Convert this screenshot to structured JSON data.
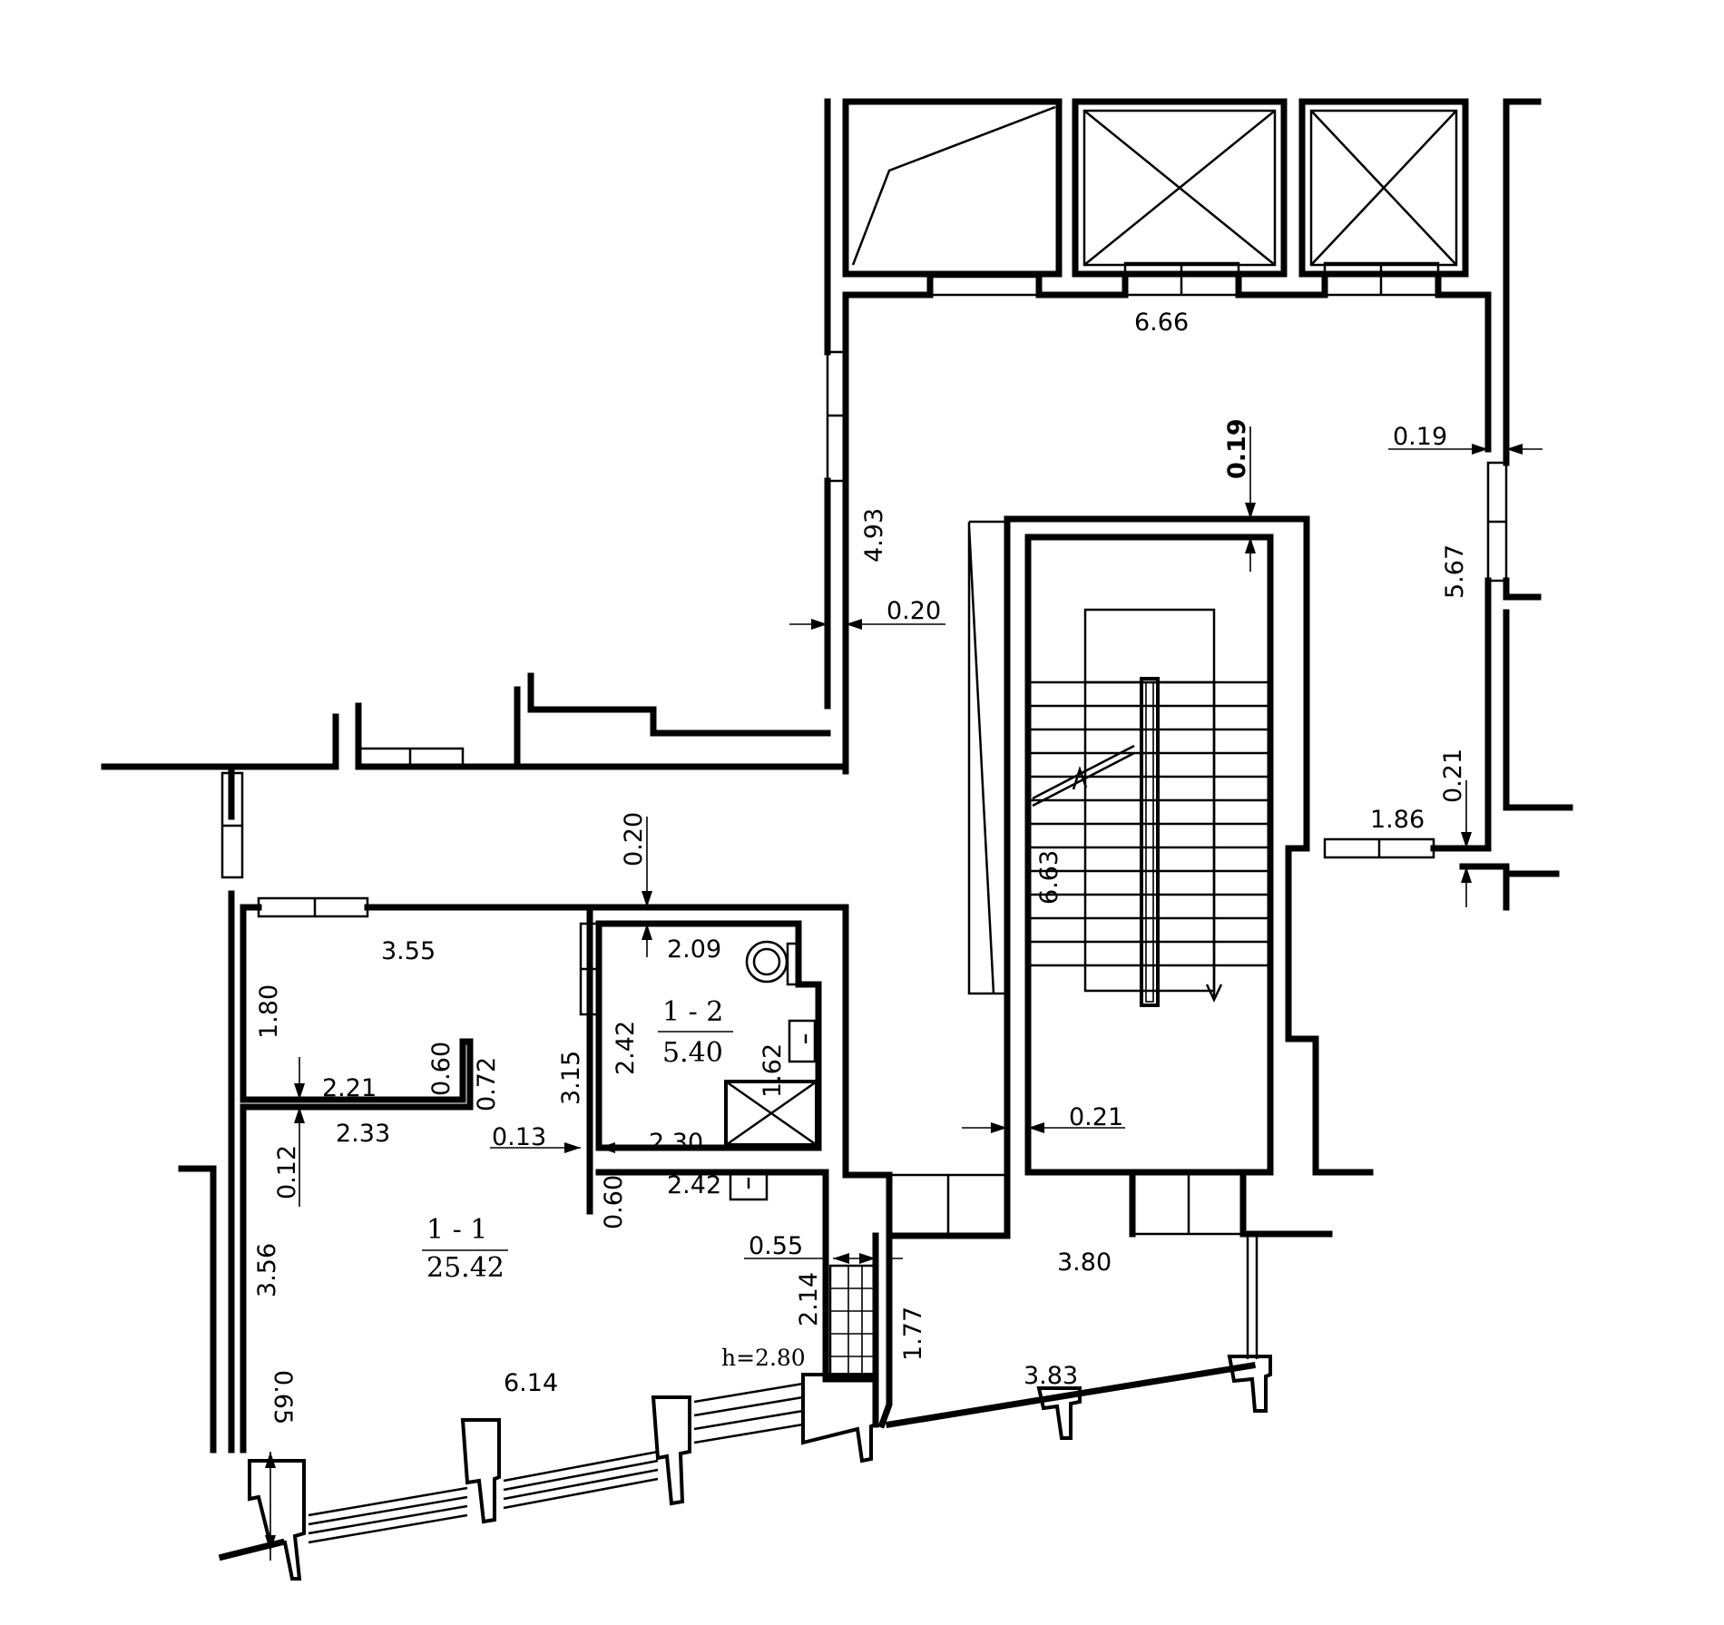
{
  "rooms": [
    {
      "id": "1 - 1",
      "area": "25.42"
    },
    {
      "id": "1 - 2",
      "area": "5.40"
    }
  ],
  "ceiling_height": "h=2.80",
  "dimensions": {
    "d_666": "6.66",
    "d_019_right": "0.19",
    "d_019_top": "0.19",
    "d_493": "4.93",
    "d_020_mid": "0.20",
    "d_567": "5.67",
    "d_021_right": "0.21",
    "d_186": "1.86",
    "d_020_top": "0.20",
    "d_663": "6.63",
    "d_355": "3.55",
    "d_209": "2.09",
    "d_180": "1.80",
    "d_242_v": "2.42",
    "d_221": "2.21",
    "d_060_a": "0.60",
    "d_072": "0.72",
    "d_315": "3.15",
    "d_162": "1.62",
    "d_233": "2.33",
    "d_013": "0.13",
    "d_230": "2.30",
    "d_021_stair": "0.21",
    "d_012": "0.12",
    "d_242_h": "2.42",
    "d_060_b": "0.60",
    "d_356": "3.56",
    "d_055": "0.55",
    "d_380": "3.80",
    "d_214": "2.14",
    "d_177": "1.77",
    "d_614": "6.14",
    "d_383": "3.83",
    "d_065": "0.65"
  }
}
